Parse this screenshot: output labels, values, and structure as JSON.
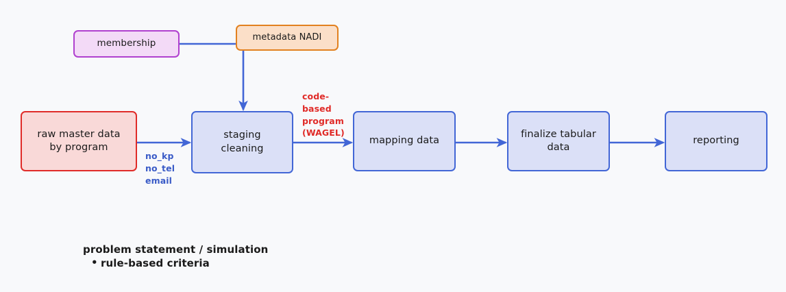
{
  "diagram": {
    "background_color": "#f8f9fb",
    "edge_color": "#4266d6",
    "nodes": [
      {
        "id": "membership",
        "label": "membership",
        "fill": "#f3daf7",
        "stroke": "#b040cf"
      },
      {
        "id": "metadata",
        "label": "metadata NADI",
        "fill": "#fbdfc8",
        "stroke": "#e2811f"
      },
      {
        "id": "raw",
        "label": "raw master data\nby program",
        "fill": "#f9d9d8",
        "stroke": "#e02b28"
      },
      {
        "id": "staging",
        "label": "staging\ncleaning",
        "fill": "#dbe0f7",
        "stroke": "#4266d6"
      },
      {
        "id": "mapping",
        "label": "mapping data",
        "fill": "#dbe0f7",
        "stroke": "#4266d6"
      },
      {
        "id": "finalize",
        "label": "finalize tabular\ndata",
        "fill": "#dbe0f7",
        "stroke": "#4266d6"
      },
      {
        "id": "reporting",
        "label": "reporting",
        "fill": "#dbe0f7",
        "stroke": "#4266d6"
      }
    ],
    "edge_labels": [
      {
        "id": "fields",
        "text": "no_kp\nno_tel\nemail",
        "color": "#3a5bc7"
      },
      {
        "id": "wagel",
        "text": "code-\nbased\nprogram\n(WAGEL)",
        "color": "#e02b28"
      }
    ],
    "notes": {
      "title": "problem statement / simulation",
      "bullets": [
        "rule-based criteria"
      ]
    }
  }
}
